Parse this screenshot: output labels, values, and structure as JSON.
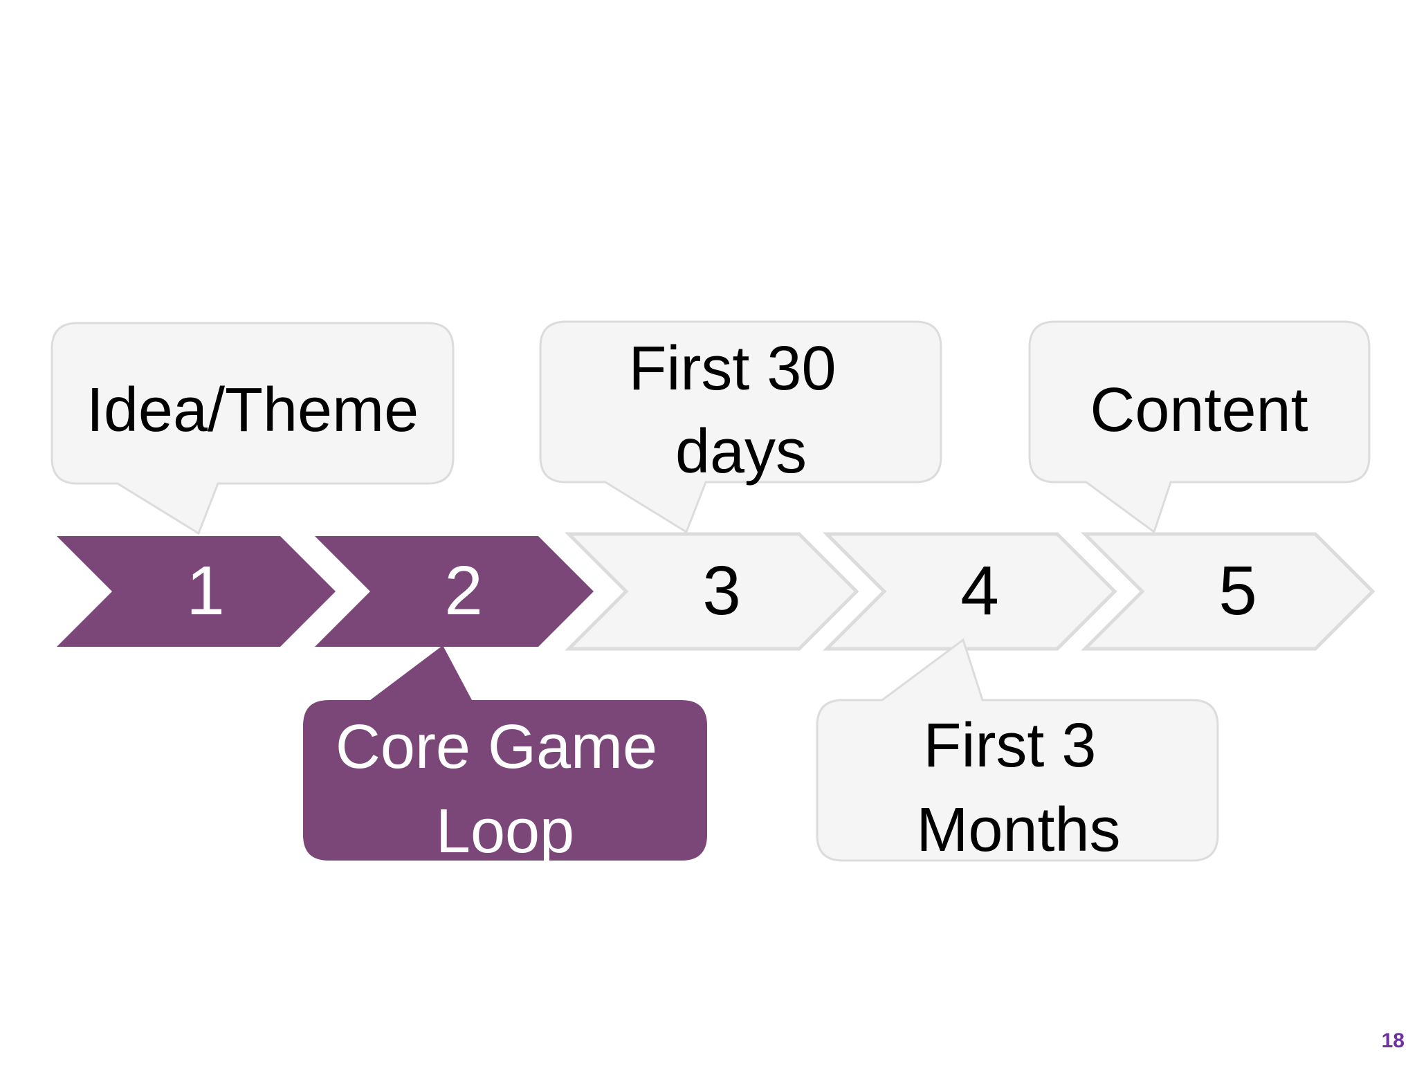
{
  "diagram": {
    "steps": [
      {
        "number": "1",
        "active": true
      },
      {
        "number": "2",
        "active": true
      },
      {
        "number": "3",
        "active": false
      },
      {
        "number": "4",
        "active": false
      },
      {
        "number": "5",
        "active": false
      }
    ],
    "callouts": [
      {
        "step": "1",
        "lines": [
          "Idea/Theme"
        ],
        "active": false
      },
      {
        "step": "2",
        "lines": [
          "Core Game",
          "Loop"
        ],
        "active": true
      },
      {
        "step": "3",
        "lines": [
          "First 30",
          "days"
        ],
        "active": false
      },
      {
        "step": "4",
        "lines": [
          "First 3",
          "Months"
        ],
        "active": false
      },
      {
        "step": "5",
        "lines": [
          "Content"
        ],
        "active": false
      }
    ]
  },
  "colors": {
    "active_fill": "#7b4779",
    "inactive_fill": "#f5f5f5",
    "inactive_stroke": "#dcdcdc",
    "active_text": "#ffffff",
    "inactive_text": "#000000",
    "page_number": "#7030a0"
  },
  "footer": {
    "page_number": "18"
  }
}
